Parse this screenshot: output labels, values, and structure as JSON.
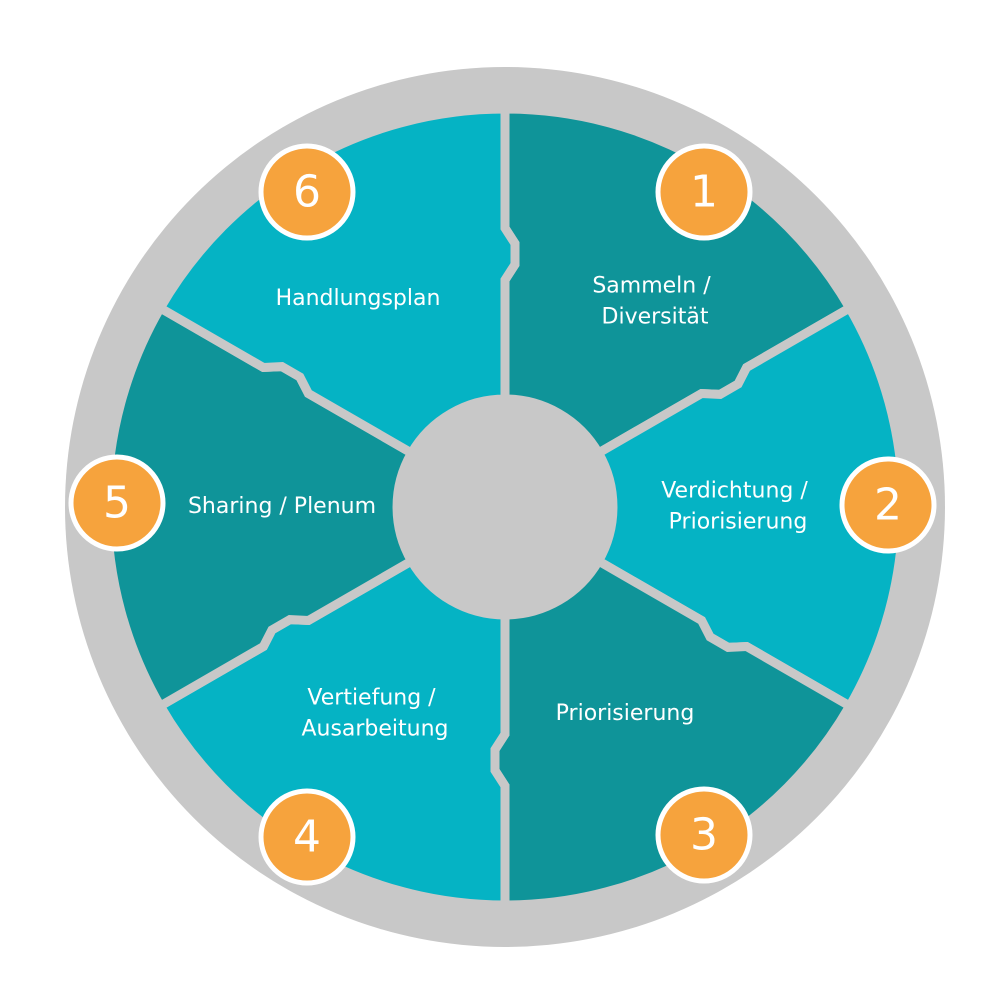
{
  "colors": {
    "ring": "#c8c8c8",
    "hub": "#c8c8c8",
    "segment_dark": "#0f9499",
    "segment_light": "#05b3c4",
    "badge": "#f6a33d",
    "text": "#ffffff"
  },
  "steps": [
    {
      "number": "1",
      "label_lines": [
        "Sammeln /",
        "Diversität"
      ],
      "tone": "dark"
    },
    {
      "number": "2",
      "label_lines": [
        "Verdichtung /",
        "Priorisierung"
      ],
      "tone": "light"
    },
    {
      "number": "3",
      "label_lines": [
        "Priorisierung"
      ],
      "tone": "dark"
    },
    {
      "number": "4",
      "label_lines": [
        "Vertiefung /",
        "Ausarbeitung"
      ],
      "tone": "light"
    },
    {
      "number": "5",
      "label_lines": [
        "Sharing / Plenum"
      ],
      "tone": "dark"
    },
    {
      "number": "6",
      "label_lines": [
        "Handlungsplan"
      ],
      "tone": "light"
    }
  ]
}
